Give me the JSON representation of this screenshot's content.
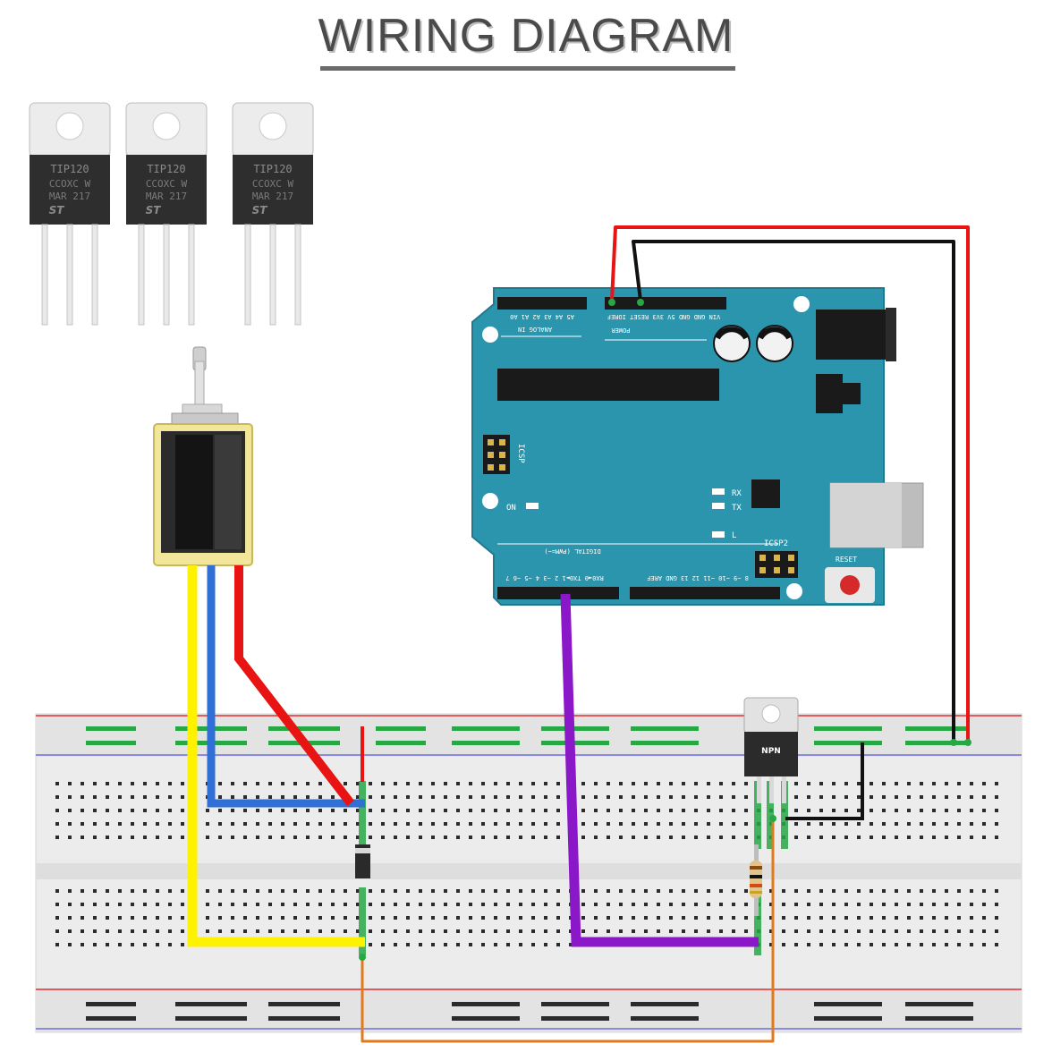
{
  "title": "WIRING DIAGRAM",
  "transistor_package": {
    "part": "TIP120",
    "code": "CCOXC W",
    "date": "MAR 217",
    "brand": "ST"
  },
  "arduino": {
    "headers": {
      "analog": "A5 A4 A3 A2 A1 A0",
      "analog_label": "ANALOG IN",
      "power": "VIN GND GND 5V 3V3 RESET IOREF",
      "power_label": "POWER",
      "digital_label": "DIGITAL (PWM=~)",
      "digital_left": "RX0◄0 TX0►1 2 ~3 4 ~5 ~6 7",
      "digital_right": "8 ~9 ~10 ~11 12 13 GND AREF"
    },
    "icsp_label": "ICSP",
    "icsp2_label": "ICSP2",
    "on_label": "ON",
    "rx_label": "RX",
    "tx_label": "TX",
    "l_label": "L",
    "reset_label": "RESET"
  },
  "npn": {
    "label": "NPN"
  },
  "wire_colors": {
    "red": "#e81414",
    "black": "#111111",
    "yellow": "#fff200",
    "blue": "#2f6fd6",
    "purple": "#8a18c8",
    "orange": "#e07a1c",
    "board": "#2b95ad"
  }
}
